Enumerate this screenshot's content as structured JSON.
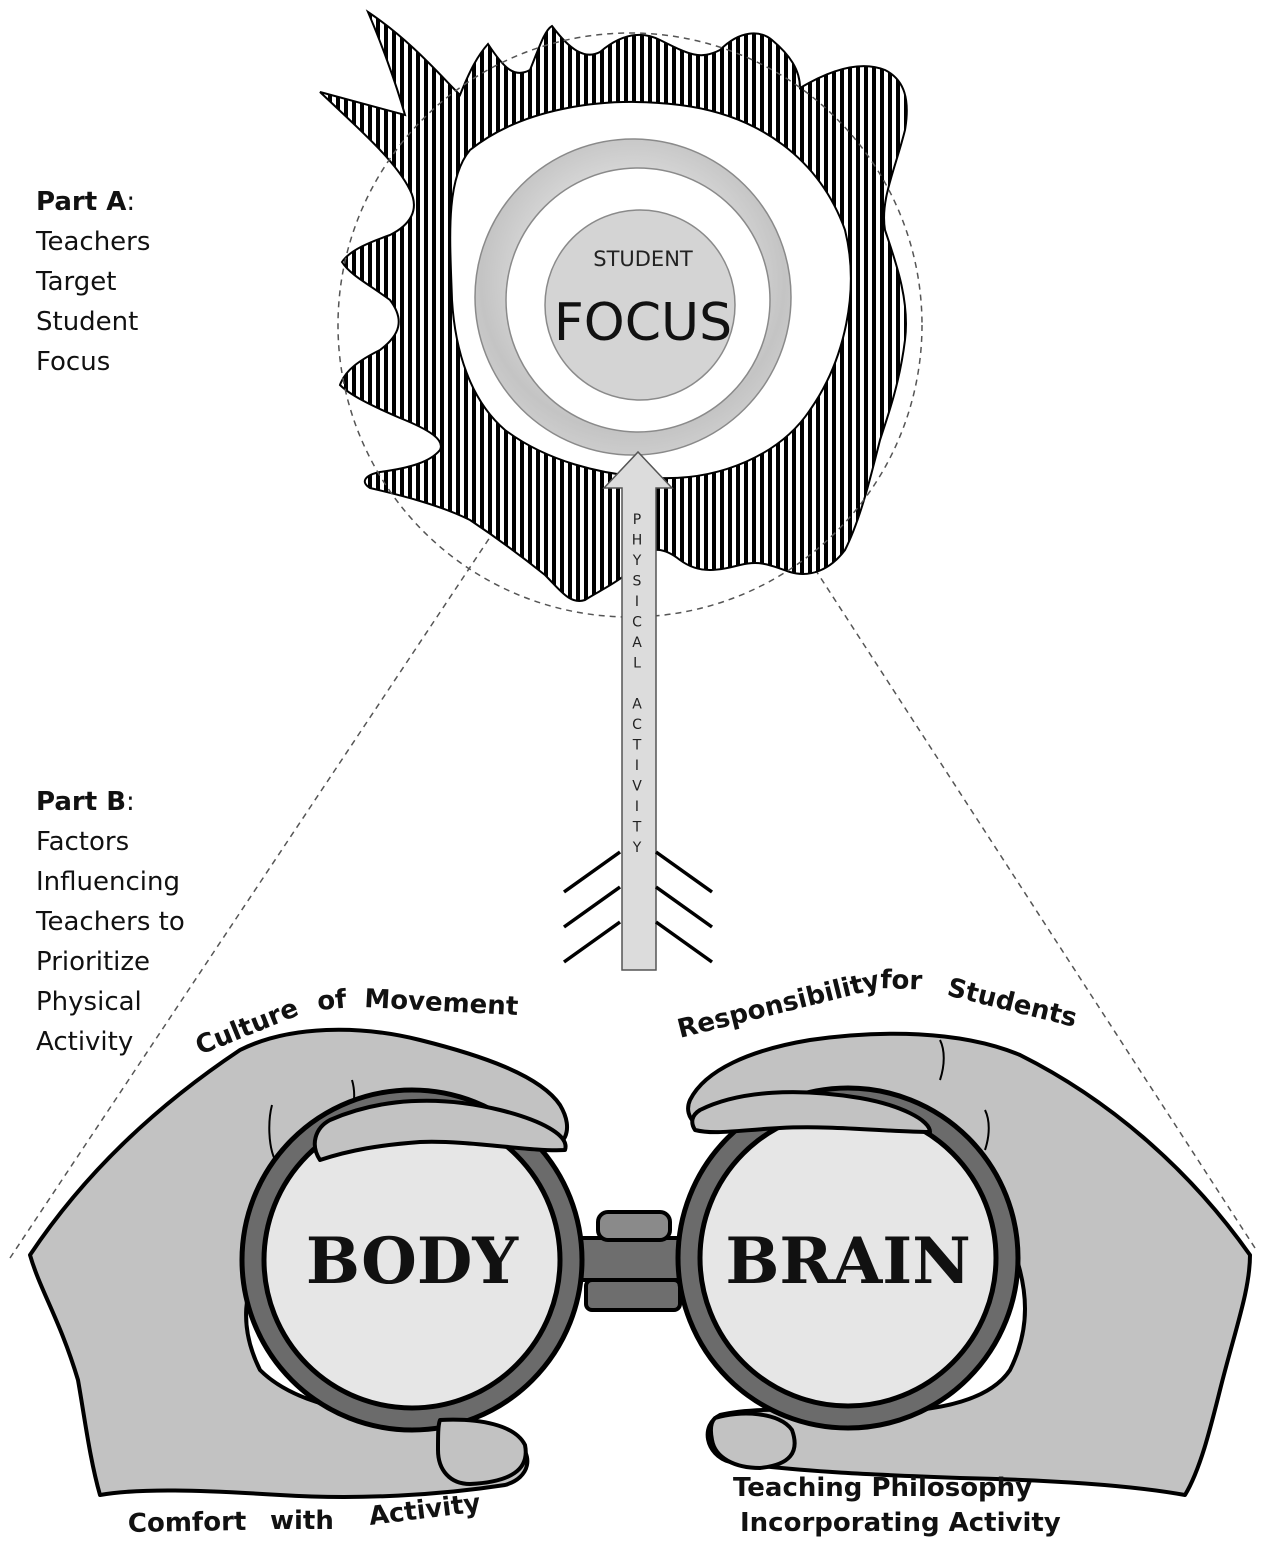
{
  "part_a": {
    "title": "Part A",
    "lines": [
      "Teachers",
      "Target",
      "Student",
      "Focus"
    ]
  },
  "part_b": {
    "title": "Part B",
    "lines": [
      "Factors",
      "Influencing",
      "Teachers to",
      "Prioritize",
      "Physical",
      "Activity"
    ]
  },
  "target": {
    "small_label": "STUDENT",
    "big_label": "FOCUS"
  },
  "arrow": {
    "label_letters": [
      "P",
      "H",
      "Y",
      "S",
      "I",
      "C",
      "A",
      "L",
      "",
      "A",
      "C",
      "T",
      "I",
      "V",
      "I",
      "T",
      "Y"
    ]
  },
  "lenses": {
    "left": "BODY",
    "right": "BRAIN"
  },
  "factors": {
    "culture": [
      "Culture",
      "of",
      "Movement"
    ],
    "responsibility": [
      "Responsibility",
      "for",
      "Students"
    ],
    "comfort": [
      "Comfort",
      "with",
      "Activity"
    ],
    "philosophy_line1": "Teaching Philosophy",
    "philosophy_line2": "Incorporating Activity"
  }
}
